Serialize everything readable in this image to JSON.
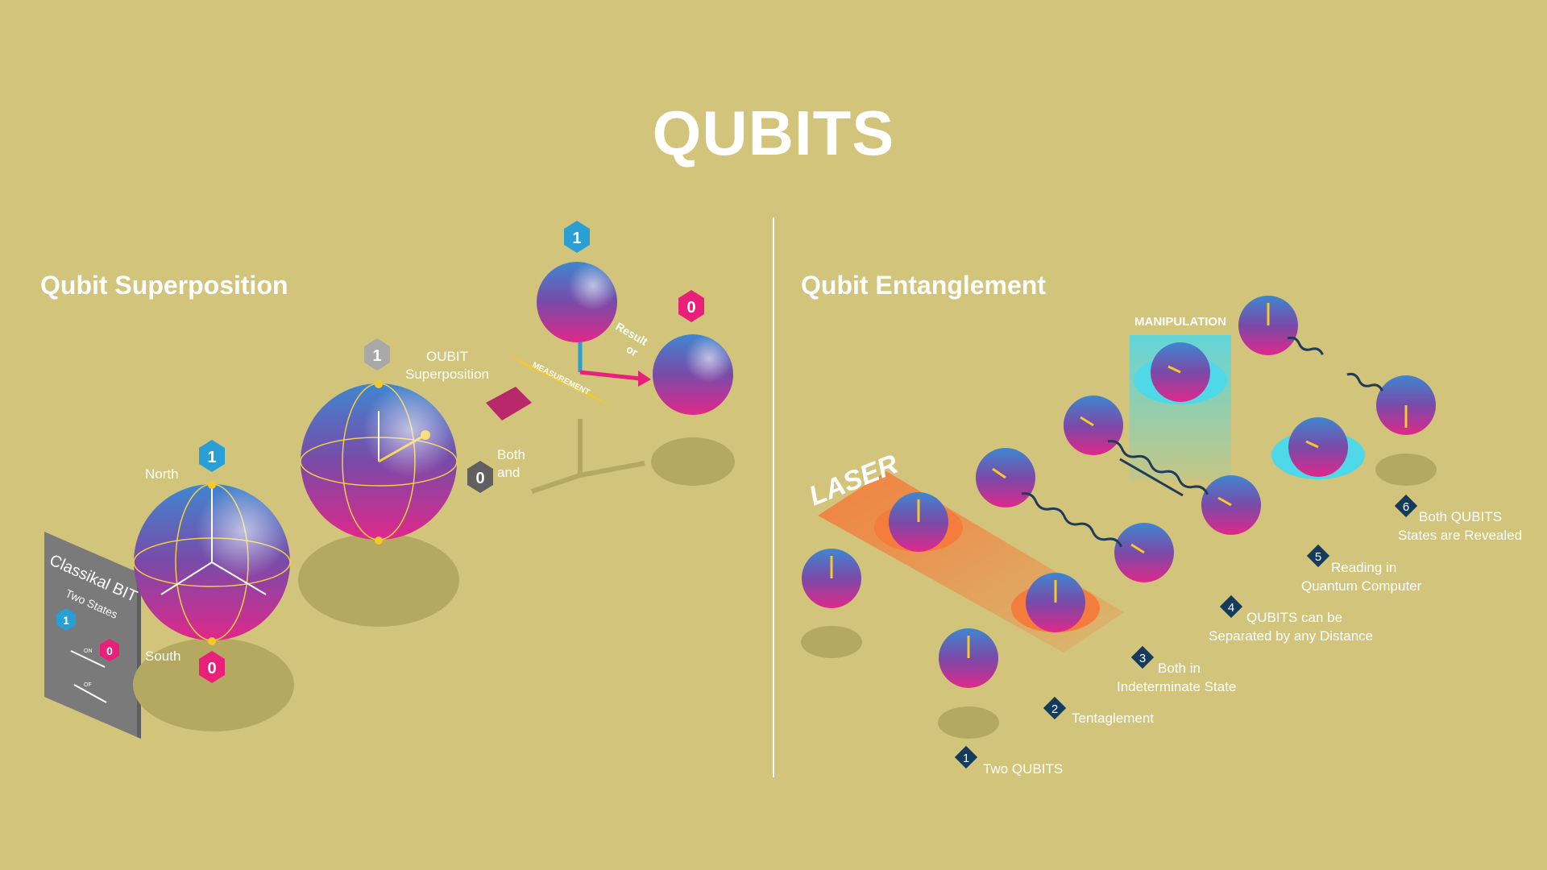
{
  "title": "QUBITS",
  "left_section": {
    "heading": "Qubit Superposition",
    "classical_card": {
      "title": "Classikal BIT",
      "subtitle": "Two States",
      "on": "ON",
      "off": "OF",
      "one": "1",
      "zero": "0"
    },
    "pole_north": "North",
    "pole_south": "South",
    "qubit_label_line1": "OUBIT",
    "qubit_label_line2": "Superposition",
    "both_line1": "Both",
    "both_line2": "and",
    "measurement": "MEASUREMENT",
    "result_line1": "Result",
    "result_line2": "or",
    "state_one": "1",
    "state_zero": "0"
  },
  "right_section": {
    "heading": "Qubit Entanglement",
    "laser": "LASER",
    "manipulation": "MANIPULATION",
    "steps": [
      {
        "num": "1",
        "line1": "Two QUBITS",
        "line2": ""
      },
      {
        "num": "2",
        "line1": "Tentaglement",
        "line2": ""
      },
      {
        "num": "3",
        "line1": "Both in",
        "line2": "Indeterminate State"
      },
      {
        "num": "4",
        "line1": "QUBITS can be",
        "line2": "Separated by any Distance"
      },
      {
        "num": "5",
        "line1": "Reading in",
        "line2": "Quantum Computer"
      },
      {
        "num": "6",
        "line1": "Both QUBITS",
        "line2": "States are Revealed"
      }
    ]
  },
  "colors": {
    "background": "#d2c47a",
    "shadow": "#b5a860",
    "blue": "#2a9fd6",
    "pink": "#e8207a",
    "laser_orange": "#f47c3c",
    "manipulation_cyan": "#4fd8e8",
    "diamond_navy": "#143a5c",
    "measurement_yellow": "#f5c92a"
  }
}
